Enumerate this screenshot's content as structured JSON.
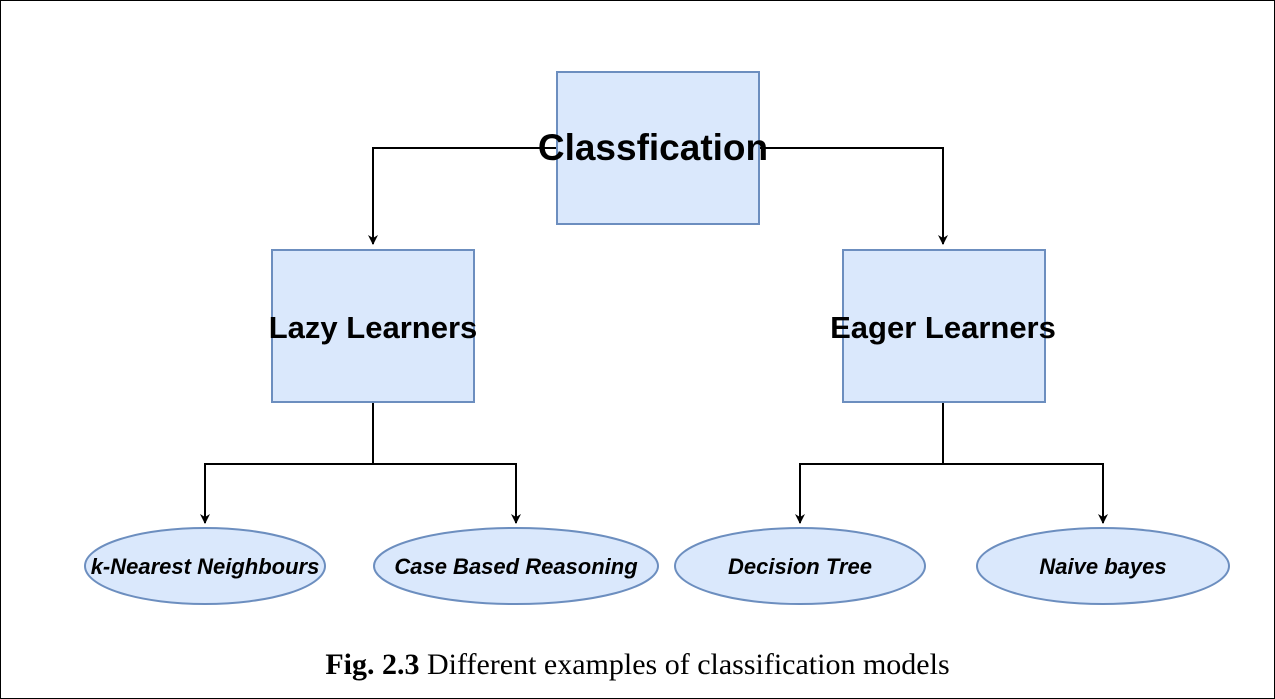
{
  "diagram": {
    "root": {
      "label": "Classfication"
    },
    "branches": [
      {
        "label": "Lazy Learners",
        "leaves": [
          "k-Nearest Neighbours",
          "Case Based Reasoning"
        ]
      },
      {
        "label": "Eager Learners",
        "leaves": [
          "Decision Tree",
          "Naive bayes"
        ]
      }
    ],
    "colors": {
      "fill": "#dae8fc",
      "stroke": "#6c8ebf",
      "edge": "#000000"
    }
  },
  "caption": {
    "label": "Fig. 2.3",
    "text": " Different examples of classification models"
  }
}
